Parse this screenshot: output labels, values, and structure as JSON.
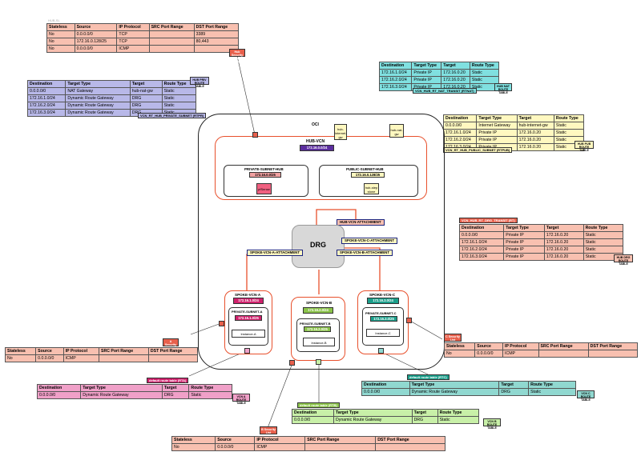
{
  "top_label": "HUB-SL",
  "oci_label": "OCI",
  "hub": {
    "title": "HUB-VCN",
    "cidr": "172.16.0.0/24",
    "private_subnet": {
      "title": "PRIVATE-SUBNET-HUB",
      "cidr": "172.16.0.0/25",
      "instance": "pfSense"
    },
    "public_subnet": {
      "title": "PUBLIC-SUBNET-HUB",
      "cidr": "172.16.0.128/25",
      "instance": "hub-step stone"
    },
    "internet_gw": "hub-internet-gw",
    "nat_gw": "hub-nat-gw"
  },
  "drg": {
    "title": "DRG"
  },
  "attachments": {
    "hub": "HUB-VCN-ATTACHMENT",
    "a": "SPOKE-VCN-A-ATTACHMENT",
    "b": "SPOKE-VCN-B-ATTACHMENT",
    "c": "SPOKE-VCN-C-ATTACHMENT"
  },
  "spokes": {
    "a": {
      "title": "SPOKE-VCN-A",
      "cidr": "172.16.1.0/24",
      "subnet": "PRIVATE-SUBNET-A",
      "subnet_cidr": "172.16.1.0/25",
      "instance": "Instance-A"
    },
    "b": {
      "title": "SPOKE-VCN-B",
      "cidr": "172.16.2.0/24",
      "subnet": "PRIVATE-SUBNET-B",
      "subnet_cidr": "172.16.2.0/25",
      "instance": "Instance-B"
    },
    "c": {
      "title": "SPOKE-VCN-C",
      "cidr": "172.16.3.0/24",
      "subnet": "PRIVATE-SUBNET-C",
      "subnet_cidr": "172.16.3.0/25",
      "instance": "Instance-C"
    }
  },
  "labels": {
    "hub_security": "Hub Security List TABLE",
    "a_security": "A Security List TABLE",
    "b_security": "B Security List TABLE",
    "c_security": "C Security List TABLE",
    "hub_private_rt": "VCN_RT_HUB_PRIVATE_SUBNET (RTPR)",
    "hub_private_note": "HUB PRIV ROUTE TABLE",
    "hub_public_rt": "VCN_RT_HUB_PUBLIC_SUBNET (RTPUB)",
    "hub_public_note": "HUB PUB ROUTE TABLE",
    "hub_nat_rt": "VCN_HUB_RT_NAT_TRANSIT (RTNAT)",
    "hub_nat_note": "HUB NAT ROUTE TABLE",
    "drg_transit_rt": "VCN_HUB_RT_DRG_TRANSIT (RT)",
    "drg_transit_note": "HUB DRG ROUTE TABLE",
    "a_rt": "default route table (RTA)",
    "a_note": "VCN A ROUTE TABLE",
    "b_rt": "default route table (RTB)",
    "b_note": "VCN B ROUTE TABLE",
    "c_rt": "default route table (RTC)",
    "c_note": "VCN C ROUTE TABLE"
  },
  "sec_headers": [
    "Stateless",
    "Source",
    "IP Protocol",
    "SRC Port Range",
    "DST Port Range"
  ],
  "rt_headers": [
    "Destination",
    "Target Type",
    "Target",
    "Route Type"
  ],
  "hub_security_rows": [
    [
      "No",
      "0.0.0.0/0",
      "TCP",
      "",
      "3389"
    ],
    [
      "No",
      "172.16.0.128/25",
      "TCP",
      "",
      "80,443"
    ],
    [
      "No",
      "0.0.0.0/0",
      "ICMP",
      "",
      ""
    ]
  ],
  "a_security_rows": [
    [
      "No",
      "0.0.0.0/0",
      "ICMP",
      "",
      ""
    ]
  ],
  "b_security_rows": [
    [
      "No",
      "0.0.0.0/0",
      "ICMP",
      "",
      ""
    ]
  ],
  "c_security_rows": [
    [
      "No",
      "0.0.0.0/0",
      "ICMP",
      "",
      ""
    ]
  ],
  "hub_private_rows": [
    [
      "0.0.0.0/0",
      "NAT Gateway",
      "hub-nat-gw",
      "Static"
    ],
    [
      "172.16.1.0/24",
      "Dynamic Route Gateway",
      "DRG",
      "Static"
    ],
    [
      "172.16.2.0/24",
      "Dynamic Route Gateway",
      "DRG",
      "Static"
    ],
    [
      "172.16.3.0/24",
      "Dynamic Route Gateway",
      "DRG",
      "Static"
    ]
  ],
  "hub_nat_rows": [
    [
      "172.16.1.0/24",
      "Private IP",
      "172.16.0.20",
      "Static"
    ],
    [
      "172.16.2.0/24",
      "Private IP",
      "172.16.0.20",
      "Static"
    ],
    [
      "172.16.3.0/24",
      "Private IP",
      "172.16.0.20",
      "Static"
    ]
  ],
  "hub_public_rows": [
    [
      "0.0.0.0/0",
      "Internet Gateway",
      "hub-internet-gw",
      "Static"
    ],
    [
      "172.16.1.0/24",
      "Private IP",
      "172.16.0.20",
      "Static"
    ],
    [
      "172.16.2.0/24",
      "Private IP",
      "172.16.0.20",
      "Static"
    ],
    [
      "172.16.3.0/24",
      "Private IP",
      "172.16.0.20",
      "Static"
    ]
  ],
  "drg_transit_rows": [
    [
      "0.0.0.0/0",
      "Private IP",
      "172.16.0.20",
      "Static"
    ],
    [
      "172.16.1.0/24",
      "Private IP",
      "172.16.0.20",
      "Static"
    ],
    [
      "172.16.2.0/24",
      "Private IP",
      "172.16.0.20",
      "Static"
    ],
    [
      "172.16.3.0/24",
      "Private IP",
      "172.16.0.20",
      "Static"
    ]
  ],
  "spoke_rt_rows": [
    [
      "0.0.0.0/0",
      "Dynamic Route Gateway",
      "DRG",
      "Static"
    ]
  ],
  "colors": {
    "salmon": "#f8c0b0",
    "salmon_dark": "#e8604c",
    "purple": "#b8b8e8",
    "cyan": "#80e0e0",
    "yellow": "#fff8c0",
    "pink": "#f0a0c8",
    "teal": "#90d8d0",
    "green": "#c8f0a8",
    "orange_line": "#e8502c",
    "hub_cidr": "#5b2d9e",
    "spoke_a": "#d0206c",
    "spoke_b": "#8bc34a",
    "spoke_c": "#1a9e8a"
  }
}
